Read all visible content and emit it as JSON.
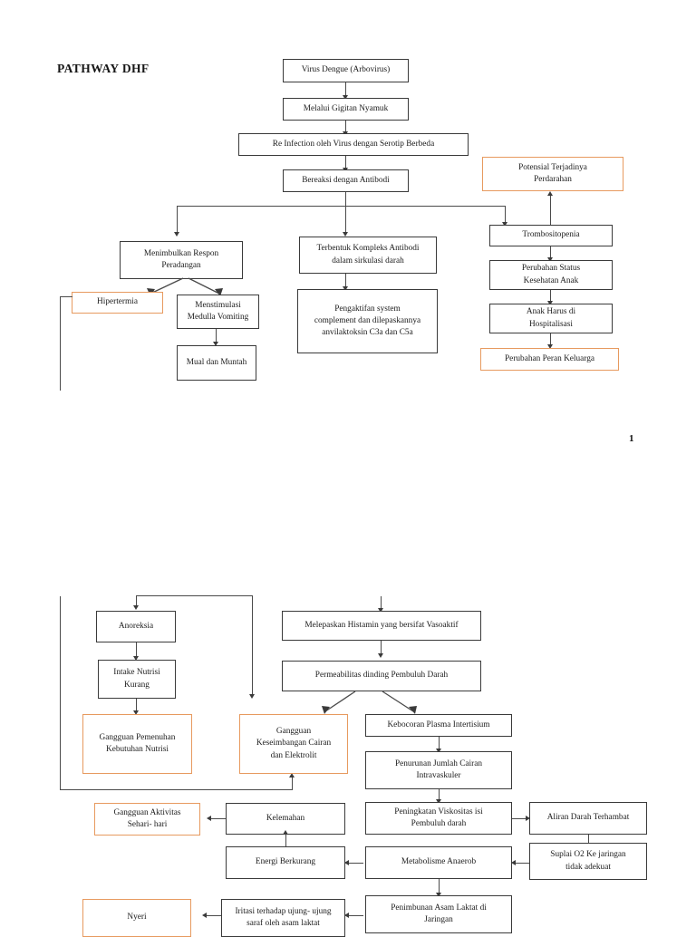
{
  "document": {
    "title": "PATHWAY DHF",
    "page_number": "1"
  },
  "colors": {
    "box_border": "#3a3a3a",
    "highlight_border": "#E79A5F",
    "connector": "#4a4a4a",
    "text": "#1b1b1b",
    "background": "#ffffff"
  },
  "section_one": {
    "nodes": [
      {
        "id": "virus_dengue",
        "label": "Virus Dengue (Arbovirus)"
      },
      {
        "id": "gigitan_nyamuk",
        "label": "Melalui Gigitan Nyamuk"
      },
      {
        "id": "re_infection",
        "label": "Re Infection oleh Virus dengan Serotip Berbeda"
      },
      {
        "id": "bereaksi_antibodi",
        "label": "Bereaksi dengan Antibodi"
      },
      {
        "id": "potensial_perdarahan",
        "label": "Potensial Terjadinya\nPerdarahan"
      },
      {
        "id": "respon_peradangan",
        "label": "Menimbulkan Respon\nPeradangan"
      },
      {
        "id": "kompleks_antibodi",
        "label": "Terbentuk Kompleks Antibodi\ndalam sirkulasi darah"
      },
      {
        "id": "trombositopenia",
        "label": "Trombositopenia"
      },
      {
        "id": "hipertermia",
        "label": "Hipertermia"
      },
      {
        "id": "medulla_vomiting",
        "label": "Menstimulasi\nMedulla Vomiting"
      },
      {
        "id": "pengaktifan_complement",
        "label": "Pengaktifan system\ncomplement dan dilepaskannya\nanvilaktoksin C3a dan C5a"
      },
      {
        "id": "perubahan_status",
        "label": "Perubahan Status\nKesehatan Anak"
      },
      {
        "id": "anak_hospitalisasi",
        "label": "Anak Harus di\nHospitalisasi"
      },
      {
        "id": "mual_muntah",
        "label": "Mual dan Muntah"
      },
      {
        "id": "perubahan_peran",
        "label": "Perubahan Peran Keluarga"
      }
    ]
  },
  "section_two": {
    "nodes": [
      {
        "id": "anoreksia",
        "label": "Anoreksia"
      },
      {
        "id": "histamin_vasoaktif",
        "label": "Melepaskan Histamin yang bersifat Vasoaktif"
      },
      {
        "id": "intake_nutrisi",
        "label": "Intake Nutrisi\nKurang"
      },
      {
        "id": "permeabilitas",
        "label": "Permeabilitas dinding Pembuluh Darah"
      },
      {
        "id": "gangguan_nutrisi",
        "label": "Gangguan Pemenuhan\nKebutuhan Nutrisi"
      },
      {
        "id": "gangguan_cairan",
        "label": "Gangguan\nKeseimbangan Cairan\ndan Elektrolit"
      },
      {
        "id": "kebocoran_plasma",
        "label": "Kebocoran Plasma Intertisium"
      },
      {
        "id": "penurunan_cairan",
        "label": "Penurunan Jumlah Cairan\nIntravaskuler"
      },
      {
        "id": "gangguan_aktivitas",
        "label": "Gangguan Aktivitas\nSehari- hari"
      },
      {
        "id": "kelemahan",
        "label": "Kelemahan"
      },
      {
        "id": "peningkatan_viskositas",
        "label": "Peningkatan Viskositas isi\nPembuluh darah"
      },
      {
        "id": "aliran_darah",
        "label": "Aliran Darah Terhambat"
      },
      {
        "id": "energi_berkurang",
        "label": "Energi Berkurang"
      },
      {
        "id": "metabolisme_anaerob",
        "label": "Metabolisme Anaerob"
      },
      {
        "id": "suplai_o2",
        "label": "Suplai O2 Ke jaringan\ntidak adekuat"
      },
      {
        "id": "nyeri",
        "label": "Nyeri"
      },
      {
        "id": "iritasi_saraf",
        "label": "Iritasi terhadap ujung- ujung\nsaraf oleh asam laktat"
      },
      {
        "id": "asam_laktat",
        "label": "Penimbunan Asam Laktat di\nJaringan"
      }
    ]
  }
}
